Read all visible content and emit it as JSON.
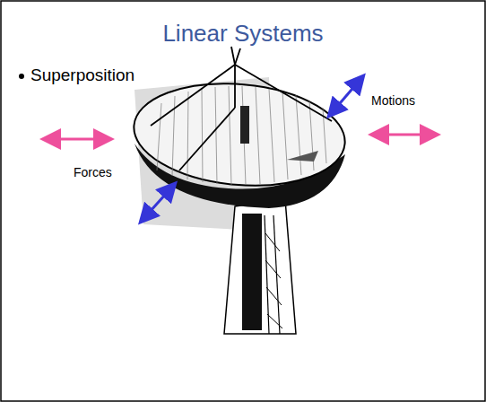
{
  "diagram": {
    "title": "Linear Systems",
    "labels": [
      "Superposition",
      "Motions",
      "Forces"
    ]
  }
}
